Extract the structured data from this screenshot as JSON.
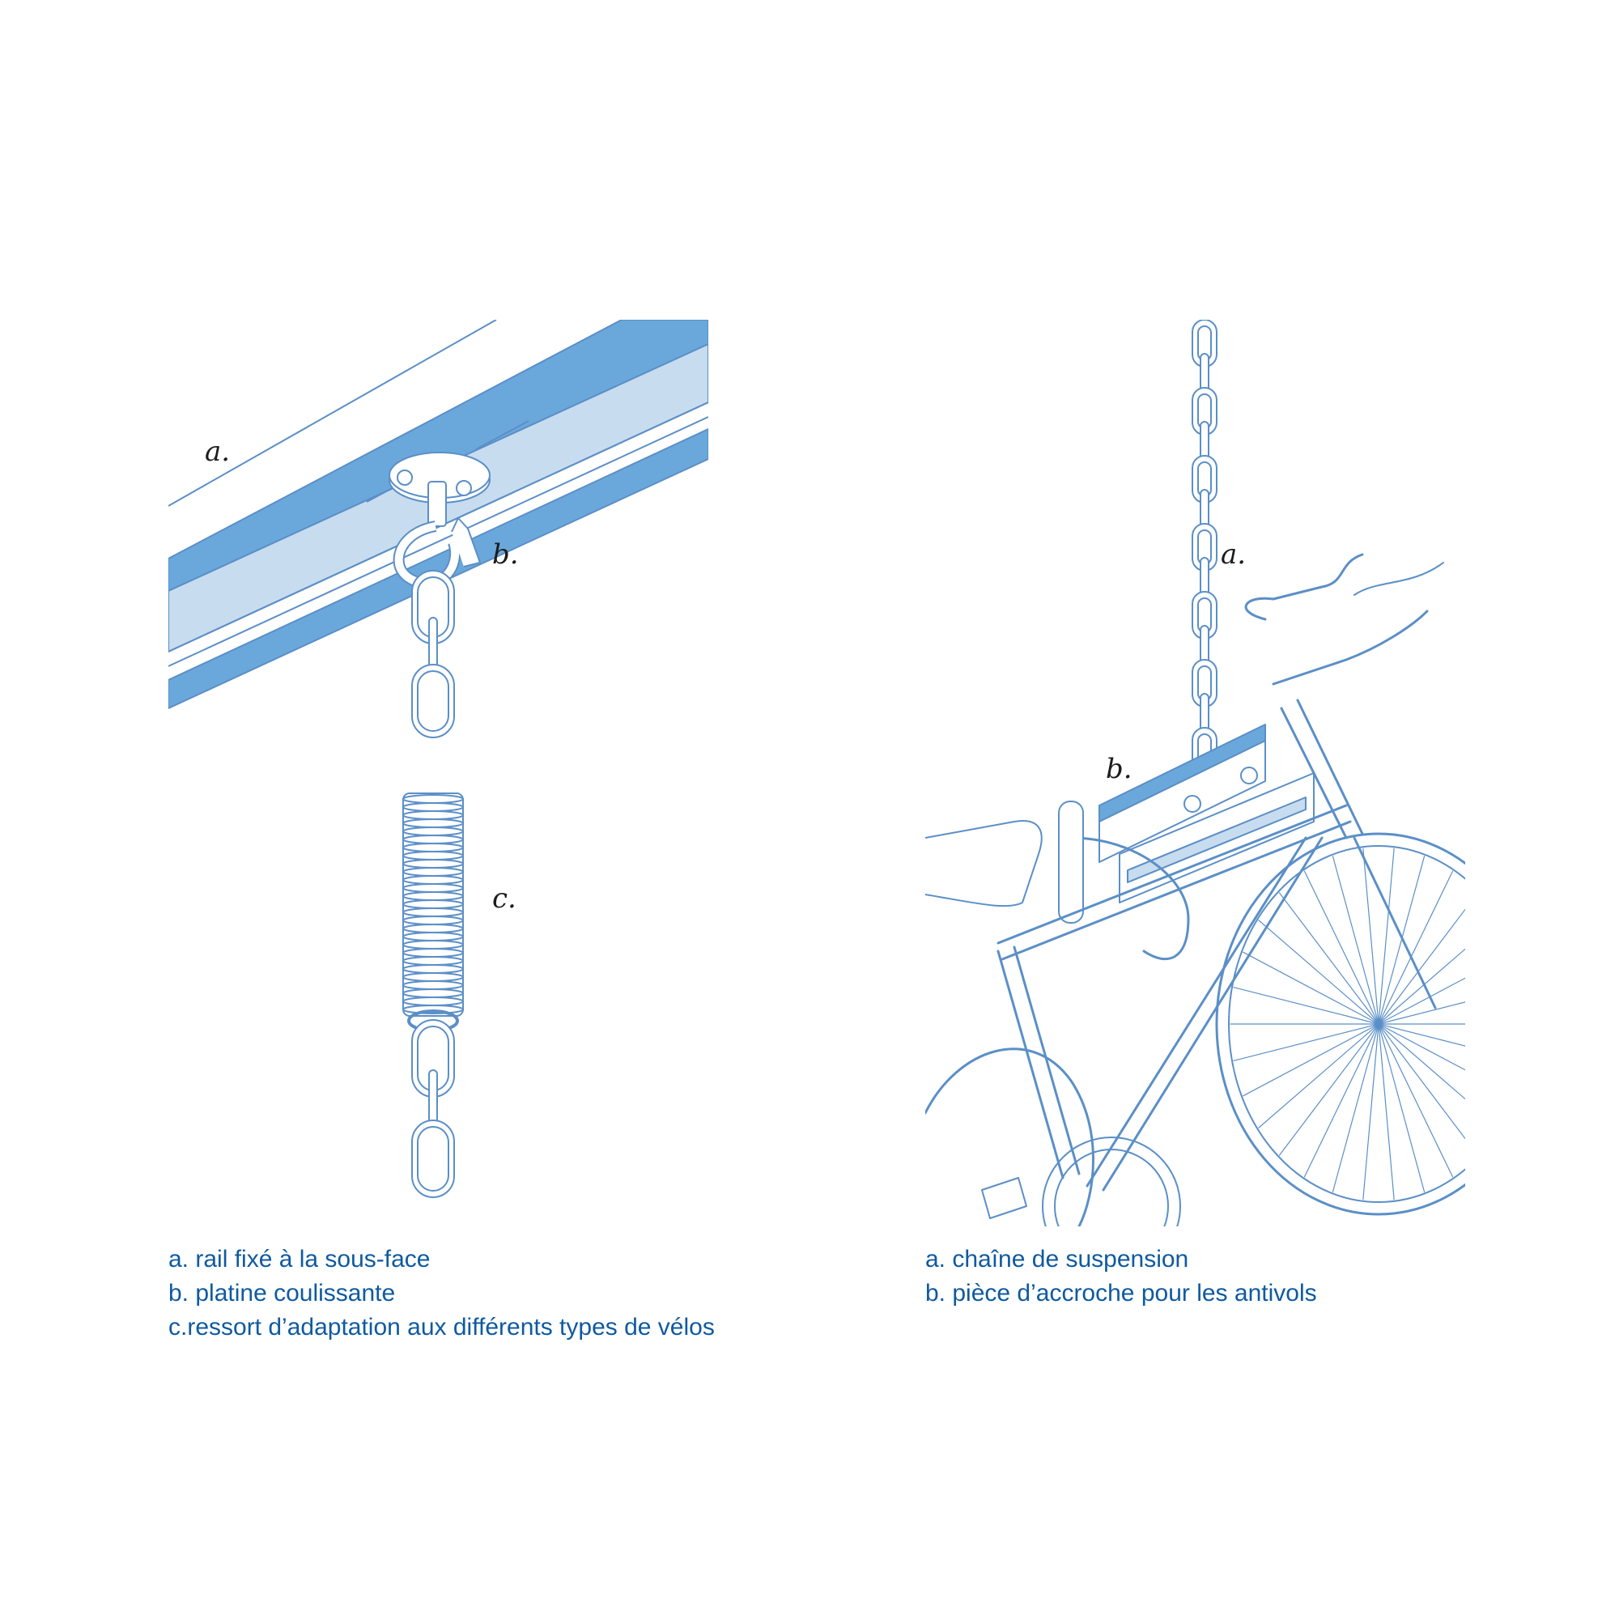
{
  "left": {
    "callouts": {
      "a": "a.",
      "b": "b.",
      "c": "c."
    },
    "captions": [
      "a. rail fixé à la sous-face",
      "b. platine coulissante",
      "c.ressort d’adaptation aux différents types de vélos"
    ]
  },
  "right": {
    "callouts": {
      "a": "a.",
      "b": "b."
    },
    "captions": [
      "a. chaîne de suspension",
      "b. pièce d’accroche pour les antivols"
    ]
  },
  "colors": {
    "line": "#5b8fc7",
    "accent": "#6aa8dc",
    "light": "#c7dcee",
    "caption": "#0f5aa0"
  }
}
